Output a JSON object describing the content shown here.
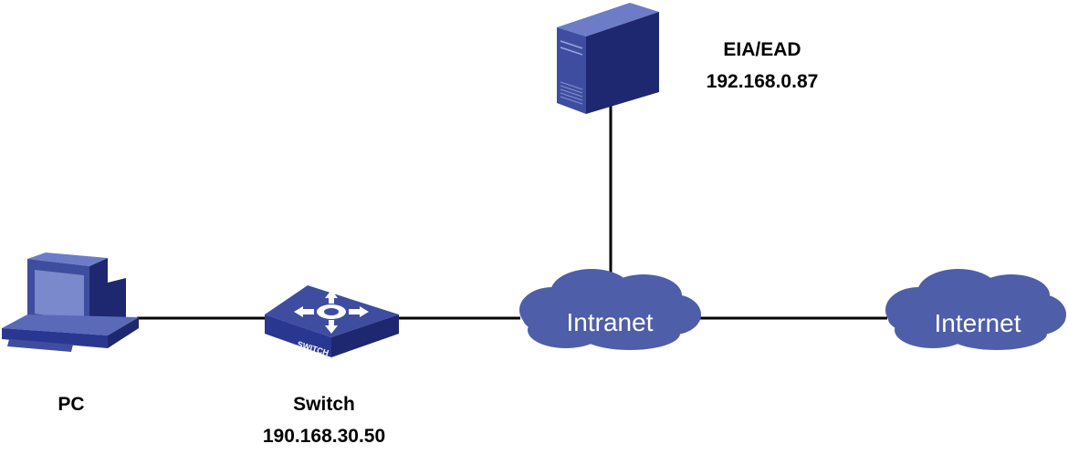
{
  "nodes": {
    "server": {
      "name": "EIA/EAD",
      "ip": "192.168.0.87",
      "icon": "server-icon"
    },
    "pc": {
      "name": "PC",
      "icon": "pc-icon"
    },
    "switch": {
      "name": "Switch",
      "ip": "190.168.30.50",
      "badge": "SWITCH",
      "icon": "switch-icon"
    },
    "intranet": {
      "name": "Intranet",
      "icon": "cloud-icon"
    },
    "internet": {
      "name": "Internet",
      "icon": "cloud-icon"
    }
  },
  "links": [
    {
      "from": "pc",
      "to": "switch"
    },
    {
      "from": "switch",
      "to": "intranet"
    },
    {
      "from": "intranet",
      "to": "internet"
    },
    {
      "from": "server",
      "to": "intranet"
    }
  ],
  "colors": {
    "device_blue": "#3f4da0",
    "device_dark": "#1d2870",
    "device_light": "#6c7cc6",
    "cloud_fill": "#4e5ea8",
    "link": "#000000",
    "label": "#000000"
  }
}
